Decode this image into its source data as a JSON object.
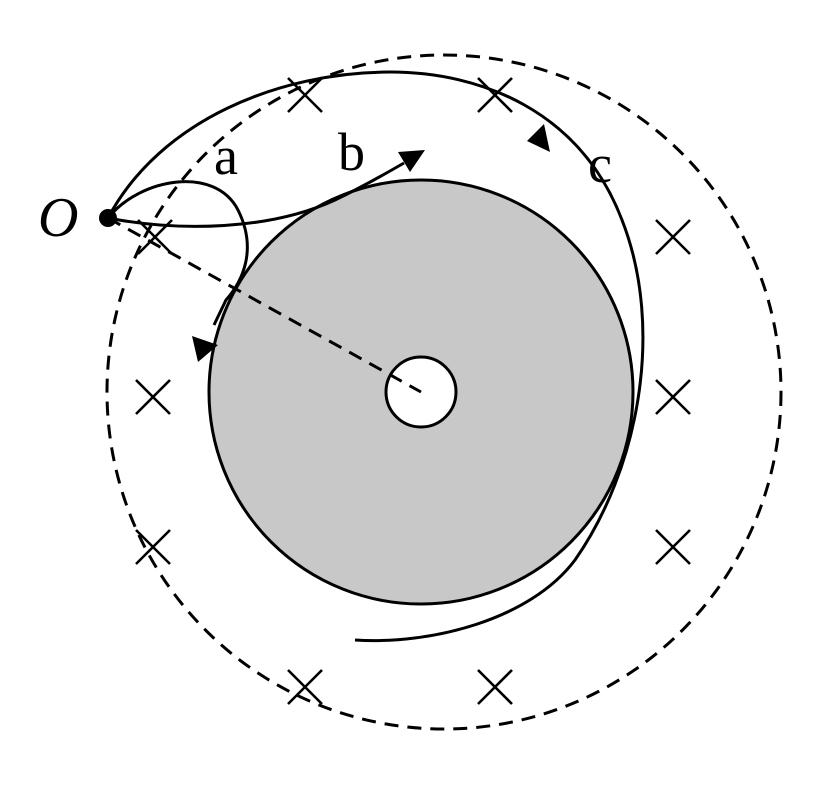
{
  "labels": {
    "origin": "O",
    "path_a": "a",
    "path_b": "b",
    "path_c": "c"
  },
  "field": {
    "direction_symbol": "×",
    "direction": "into-page"
  },
  "colors": {
    "ink": "#000000",
    "shaded_region": "#c8c8c8",
    "background": "#ffffff"
  }
}
